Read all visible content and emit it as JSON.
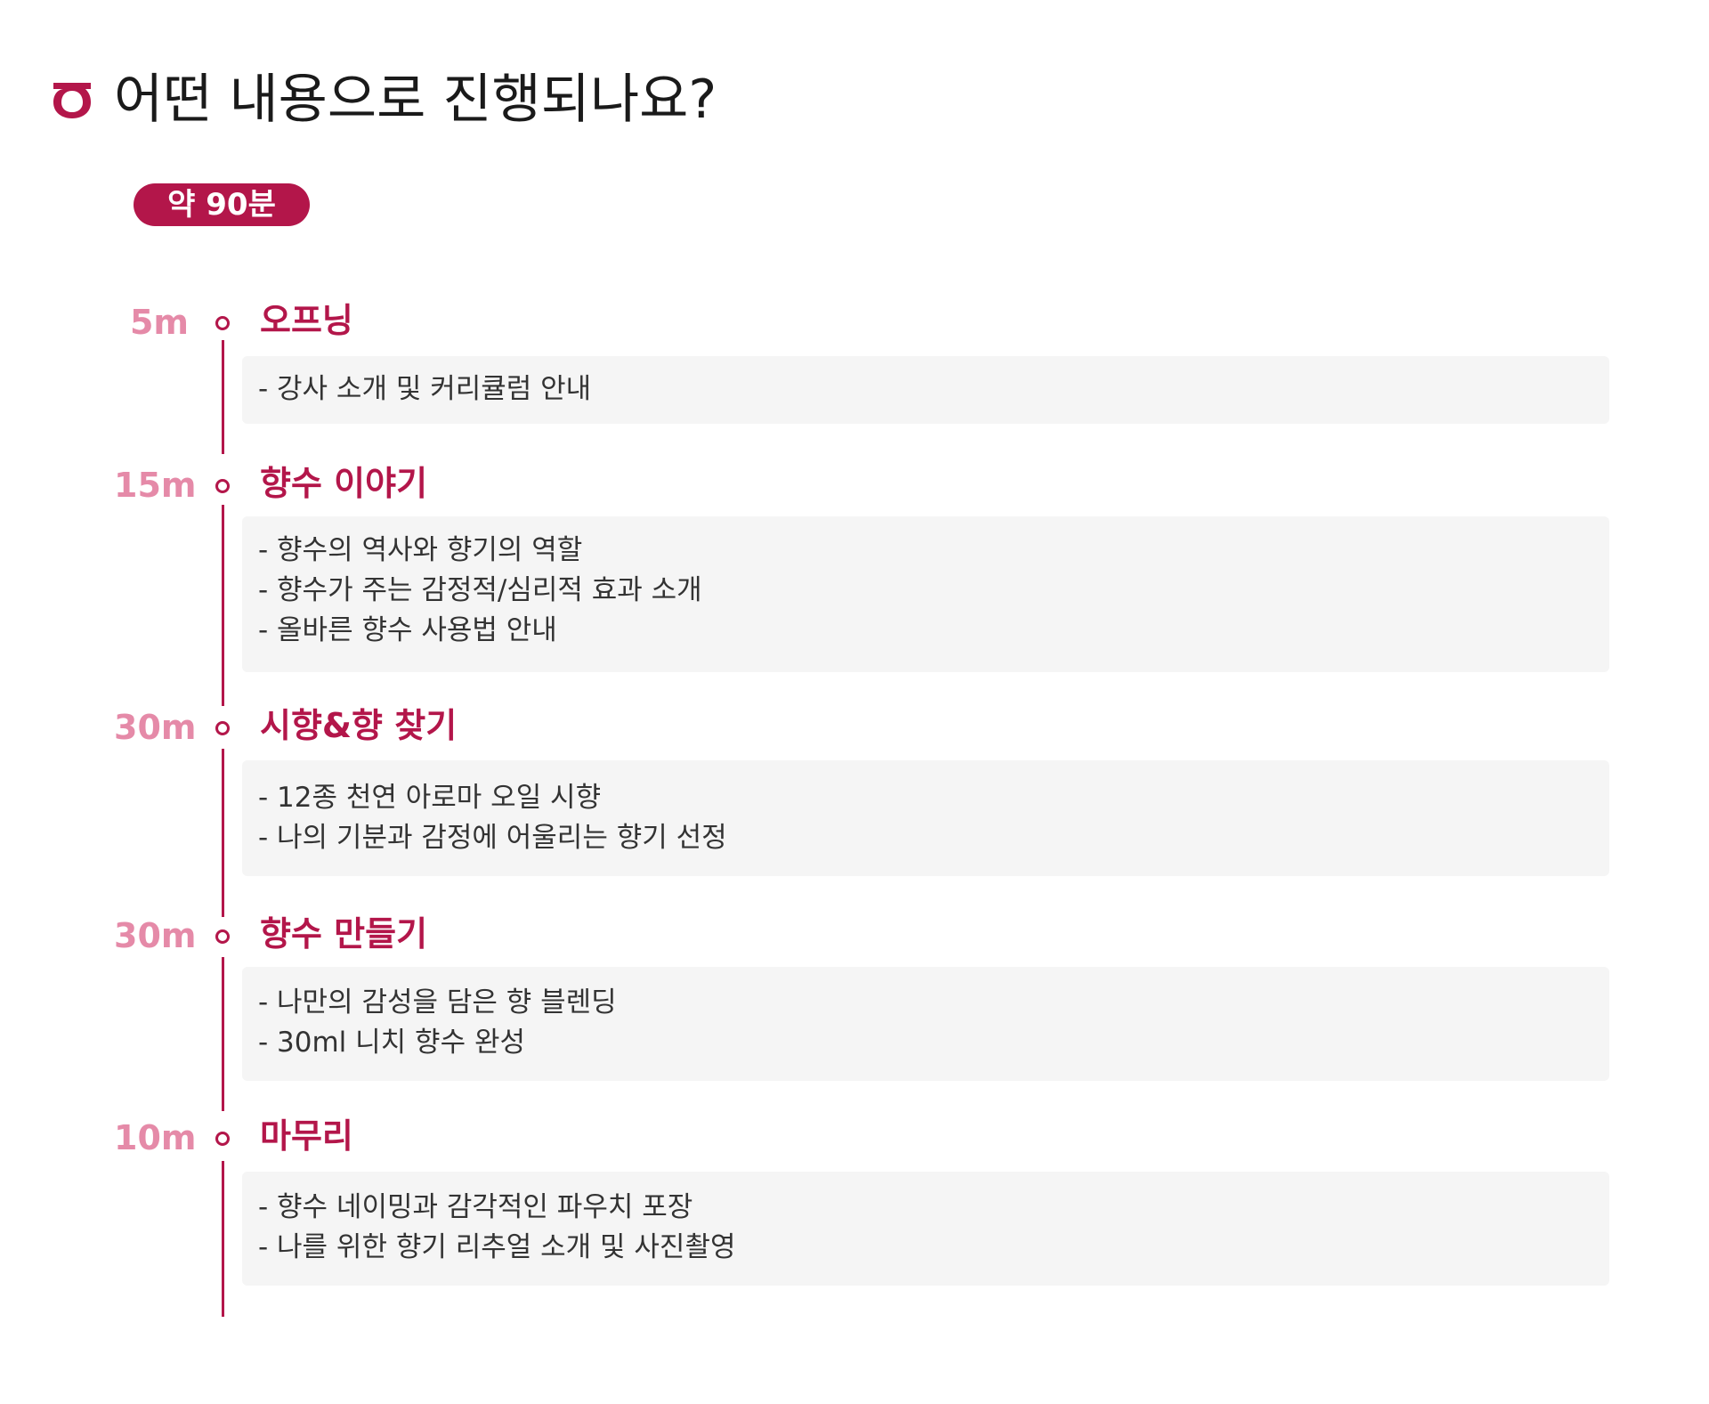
{
  "header": {
    "title": "어떤 내용으로 진행되나요?",
    "badge": "약 90분",
    "accent_color": "#b3164a",
    "icon": "brand-logo-icon"
  },
  "timeline": [
    {
      "time": "5m",
      "title": "오프닝",
      "details": [
        "- 강사 소개 및 커리큘럼 안내"
      ]
    },
    {
      "time": "15m",
      "title": "향수 이야기",
      "details": [
        "- 향수의 역사와 향기의 역할",
        "- 향수가 주는 감정적/심리적 효과 소개",
        "- 올바른 향수 사용법 안내"
      ]
    },
    {
      "time": "30m",
      "title": "시향&향 찾기",
      "details": [
        "- 12종 천연 아로마 오일 시향",
        "- 나의 기분과 감정에 어울리는 향기 선정"
      ]
    },
    {
      "time": "30m",
      "title": "향수 만들기",
      "details": [
        "- 나만의 감성을 담은 향 블렌딩",
        "- 30ml 니치 향수 완성"
      ]
    },
    {
      "time": "10m",
      "title": "마무리",
      "details": [
        "- 향수 네이밍과 감각적인 파우치 포장",
        "- 나를 위한 향기 리추얼 소개 및 사진촬영"
      ]
    }
  ]
}
